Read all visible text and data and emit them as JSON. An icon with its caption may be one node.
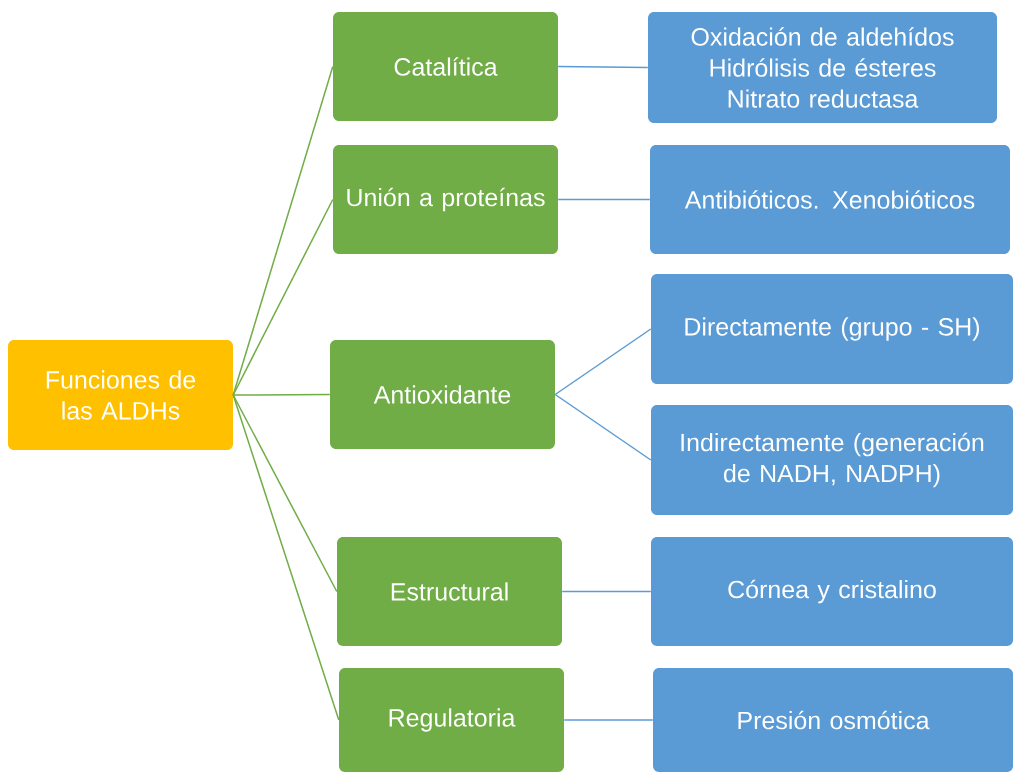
{
  "diagram": {
    "nodes": [
      {
        "text": [
          "Funciones de las ALDHs"
        ]
      },
      {
        "text": [
          "Catalítica"
        ]
      },
      {
        "text": [
          "Unión a proteínas"
        ]
      },
      {
        "text": [
          "Antioxidante"
        ]
      },
      {
        "text": [
          "Estructural"
        ]
      },
      {
        "text": [
          "Regulatoria"
        ]
      },
      {
        "text": [
          "Oxidación de aldehídos",
          "Hidrólisis de ésteres",
          "Nitrato reductasa"
        ]
      },
      {
        "text": [
          "Antibióticos. Xenobióticos"
        ]
      },
      {
        "text": [
          "Directamente (grupo - SH)"
        ]
      },
      {
        "text": [
          "Indirectamente (generación de NADH, NADPH)"
        ]
      },
      {
        "text": [
          "Córnea y cristalino"
        ]
      },
      {
        "text": [
          "Presión osmótica"
        ]
      }
    ],
    "edges": [
      {
        "from": 0,
        "to": 1,
        "arrow": "none",
        "color": "#70ad47"
      },
      {
        "from": 0,
        "to": 2,
        "arrow": "none",
        "color": "#70ad47"
      },
      {
        "from": 0,
        "to": 3,
        "arrow": "none",
        "color": "#70ad47"
      },
      {
        "from": 0,
        "to": 4,
        "arrow": "none",
        "color": "#70ad47"
      },
      {
        "from": 0,
        "to": 5,
        "arrow": "none",
        "color": "#70ad47"
      },
      {
        "from": 1,
        "to": 6,
        "arrow": "none"
      },
      {
        "from": 2,
        "to": 7,
        "arrow": "none"
      },
      {
        "from": 3,
        "to": 8,
        "arrow": "none"
      },
      {
        "from": 3,
        "to": 9,
        "arrow": "none"
      },
      {
        "from": 4,
        "to": 10,
        "arrow": "none"
      },
      {
        "from": 5,
        "to": 11,
        "arrow": "none"
      }
    ]
  }
}
